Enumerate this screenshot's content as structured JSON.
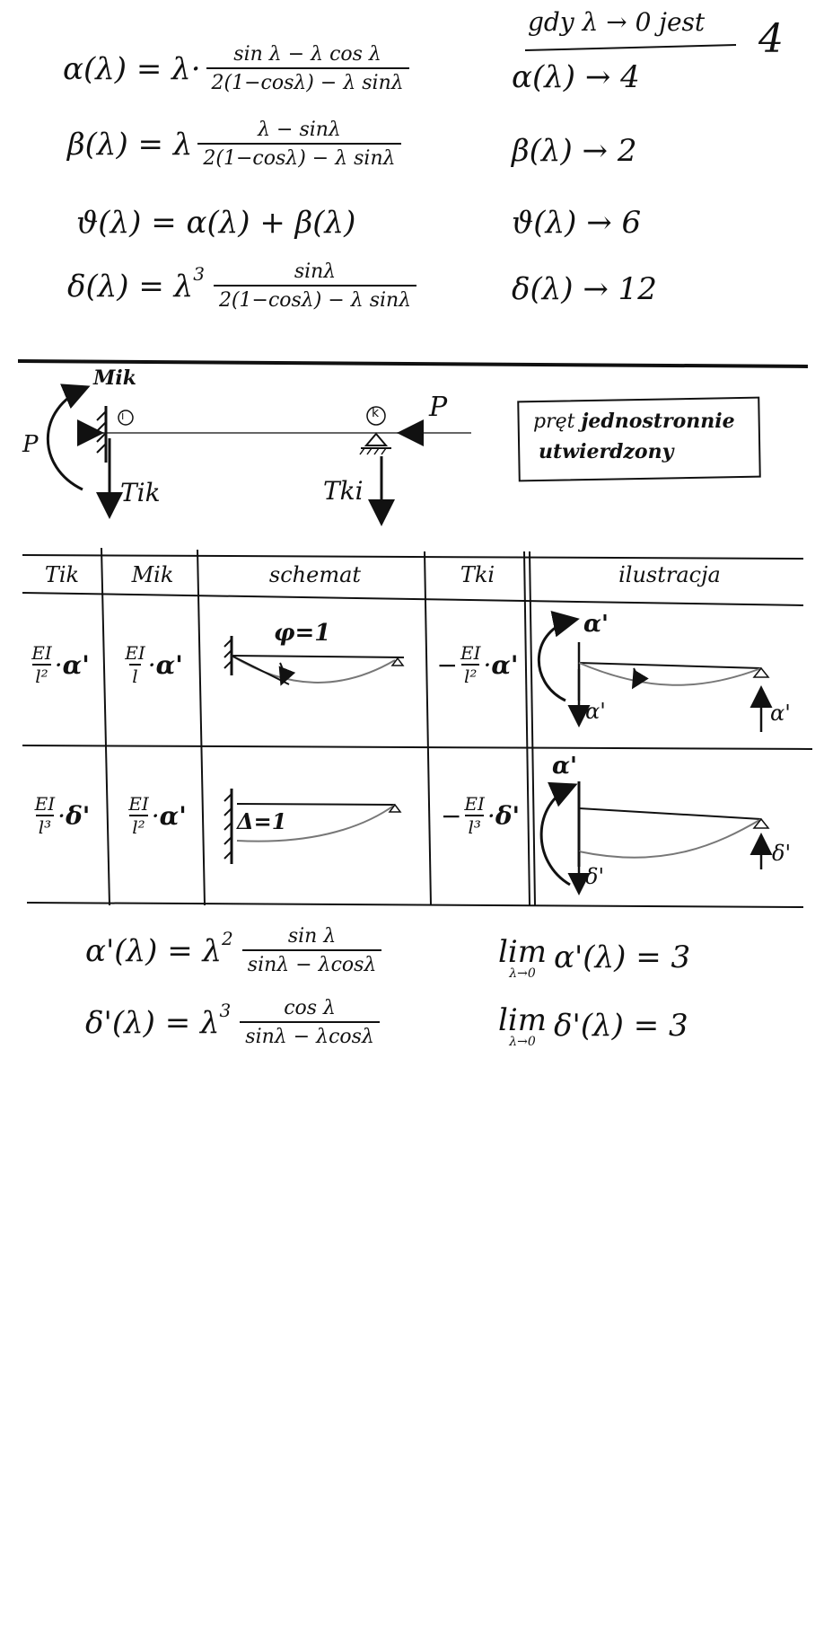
{
  "page_number": "4",
  "limits_heading": "gdy λ → 0 jest",
  "formulas": {
    "alpha": {
      "lhs": "α(λ) = λ·",
      "num": "sin λ − λ cos λ",
      "den": "2(1−cosλ) − λ sinλ"
    },
    "beta": {
      "lhs": "β(λ) = λ",
      "num": "λ − sinλ",
      "den": "2(1−cosλ) − λ sinλ"
    },
    "theta": {
      "text": "ϑ(λ) = α(λ) + β(λ)"
    },
    "delta": {
      "lhs": "δ(λ) = λ",
      "pow": "3",
      "num": "sinλ",
      "den": "2(1−cosλ) − λ sinλ"
    }
  },
  "limits": [
    {
      "text": "α(λ) → 4"
    },
    {
      "text": "β(λ) → 2"
    },
    {
      "text": "ϑ(λ) → 6"
    },
    {
      "text": "δ(λ) → 12"
    }
  ],
  "beam": {
    "moment_label": "Mik",
    "node_i": "i",
    "node_k": "k",
    "force_left": "P",
    "force_right": "P",
    "shear_left": "Tik",
    "shear_right": "Tki",
    "box_line1_a": "pręt",
    "box_line1_b": "jednostronnie",
    "box_line2": "utwierdzony"
  },
  "table": {
    "headers": [
      "Tik",
      "Mik",
      "schemat",
      "Tki",
      "ilustracja"
    ],
    "rows": [
      {
        "tik": {
          "num": "EI",
          "den": "l²",
          "sym": "α'"
        },
        "mik": {
          "num": "EI",
          "den": "l",
          "sym": "α'"
        },
        "schema_label": "φ=1",
        "tki": {
          "sign": "−",
          "num": "EI",
          "den": "l²",
          "sym": "α'"
        },
        "ill_top": "α'",
        "ill_left": "α'",
        "ill_right": "α'"
      },
      {
        "tik": {
          "num": "EI",
          "den": "l³",
          "sym": "δ'"
        },
        "mik": {
          "num": "EI",
          "den": "l²",
          "sym": "α'"
        },
        "schema_label": "Δ=1",
        "tki": {
          "sign": "−",
          "num": "EI",
          "den": "l³",
          "sym": "δ'"
        },
        "ill_top": "α'",
        "ill_left": "δ'",
        "ill_right": "δ'"
      }
    ]
  },
  "bottom_formulas": {
    "alpha_prime": {
      "lhs": "α'(λ) = λ",
      "pow": "2",
      "num": "sin λ",
      "den": "sinλ − λcosλ"
    },
    "delta_prime": {
      "lhs": "δ'(λ) = λ",
      "pow": "3",
      "num": "cos λ",
      "den": "sinλ − λcosλ"
    },
    "lim1": {
      "word": "lim",
      "sub": "λ→0",
      "expr": "α'(λ) = 3"
    },
    "lim2": {
      "word": "lim",
      "sub": "λ→0",
      "expr": "δ'(λ) = 3"
    }
  }
}
